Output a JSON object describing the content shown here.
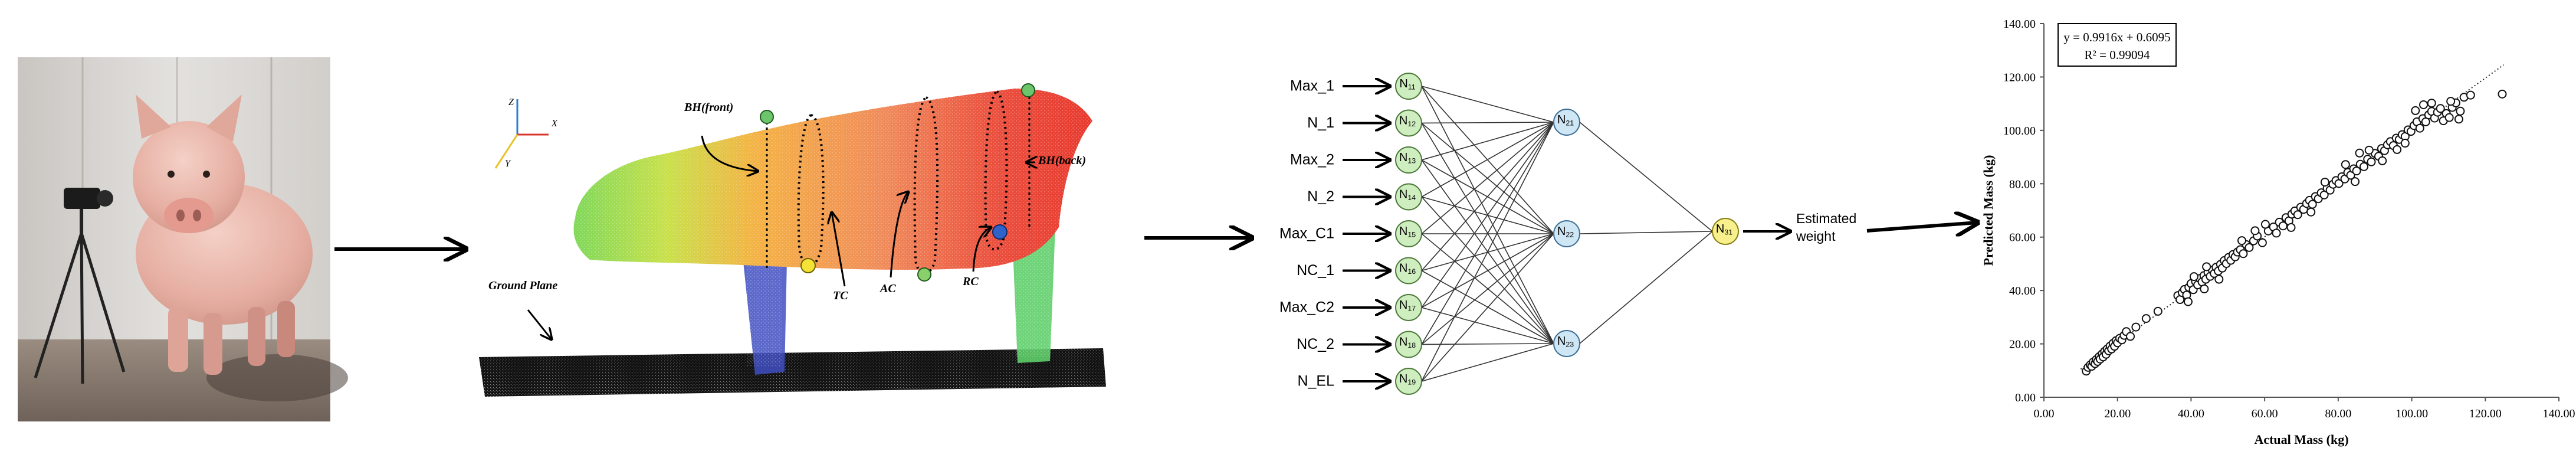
{
  "point_cloud": {
    "axis_labels": {
      "z": "Z",
      "x": "X",
      "y": "Y"
    },
    "bh_front": "BH(front)",
    "bh_back": "BH(back)",
    "tc": "TC",
    "ac": "AC",
    "rc": "RC",
    "ground_plane": "Ground Plane"
  },
  "network": {
    "inputs": [
      "Max_1",
      "N_1",
      "Max_2",
      "N_2",
      "Max_C1",
      "NC_1",
      "Max_C2",
      "NC_2",
      "N_EL"
    ],
    "layer1": [
      {
        "base": "N",
        "sub": "11"
      },
      {
        "base": "N",
        "sub": "12"
      },
      {
        "base": "N",
        "sub": "13"
      },
      {
        "base": "N",
        "sub": "14"
      },
      {
        "base": "N",
        "sub": "15"
      },
      {
        "base": "N",
        "sub": "16"
      },
      {
        "base": "N",
        "sub": "17"
      },
      {
        "base": "N",
        "sub": "18"
      },
      {
        "base": "N",
        "sub": "19"
      }
    ],
    "layer2": [
      {
        "base": "N",
        "sub": "21"
      },
      {
        "base": "N",
        "sub": "22"
      },
      {
        "base": "N",
        "sub": "23"
      }
    ],
    "output": {
      "base": "N",
      "sub": "31"
    },
    "output_label_line1": "Estimated",
    "output_label_line2": "weight",
    "colors": {
      "layer1": "#cfeec0",
      "layer2": "#cfe6f5",
      "output": "#f7f08c"
    }
  },
  "chart_data": {
    "type": "scatter",
    "xlabel": "Actual Mass (kg)",
    "ylabel": "Predicted Mass (kg)",
    "xlim": [
      0,
      140
    ],
    "ylim": [
      0,
      140
    ],
    "x_ticks": [
      "0.00",
      "20.00",
      "40.00",
      "60.00",
      "80.00",
      "100.00",
      "120.00",
      "140.00"
    ],
    "y_ticks": [
      "0.00",
      "20.00",
      "40.00",
      "60.00",
      "80.00",
      "100.00",
      "120.00",
      "140.00"
    ],
    "equation": "y = 0.9916x + 0.6095",
    "r2": "R² = 0.99094",
    "trendline": {
      "slope": 0.9916,
      "intercept": 0.6095
    },
    "points": [
      [
        11.5,
        9.8
      ],
      [
        12,
        11.2
      ],
      [
        12.6,
        12.1
      ],
      [
        13,
        11.6
      ],
      [
        13.4,
        13.2
      ],
      [
        13.9,
        12.6
      ],
      [
        14.2,
        14.1
      ],
      [
        14.6,
        13.4
      ],
      [
        15,
        15.2
      ],
      [
        15.3,
        14.3
      ],
      [
        15.8,
        16.2
      ],
      [
        16.1,
        15.1
      ],
      [
        16.5,
        17.2
      ],
      [
        16.9,
        16.1
      ],
      [
        17.2,
        18.1
      ],
      [
        17.6,
        17.4
      ],
      [
        18,
        19.2
      ],
      [
        18.4,
        18.1
      ],
      [
        18.8,
        20.2
      ],
      [
        19.2,
        19.1
      ],
      [
        19.6,
        21.2
      ],
      [
        20,
        20.4
      ],
      [
        20.6,
        22.1
      ],
      [
        21.2,
        21.5
      ],
      [
        21.8,
        23.2
      ],
      [
        22.4,
        24.6
      ],
      [
        23.5,
        22.8
      ],
      [
        25,
        26.3
      ],
      [
        27.8,
        29.5
      ],
      [
        31,
        32.2
      ],
      [
        36.4,
        38.1
      ],
      [
        37,
        36.6
      ],
      [
        37.6,
        39.2
      ],
      [
        38.2,
        40.4
      ],
      [
        38.8,
        38.3
      ],
      [
        39.4,
        41.2
      ],
      [
        40,
        42.6
      ],
      [
        40.6,
        40.3
      ],
      [
        41.2,
        43.4
      ],
      [
        41.8,
        42.1
      ],
      [
        42.4,
        44.5
      ],
      [
        43,
        43.2
      ],
      [
        43.5,
        45.6
      ],
      [
        44,
        44.2
      ],
      [
        44.6,
        46.8
      ],
      [
        45.2,
        45.3
      ],
      [
        45.8,
        47.6
      ],
      [
        46.3,
        46.4
      ],
      [
        46.8,
        48.7
      ],
      [
        47.4,
        47.3
      ],
      [
        48,
        49.8
      ],
      [
        48.5,
        48.4
      ],
      [
        49,
        51.2
      ],
      [
        49.6,
        50.1
      ],
      [
        50.2,
        52.4
      ],
      [
        50.8,
        51.3
      ],
      [
        51.4,
        53.5
      ],
      [
        52,
        52.6
      ],
      [
        52.6,
        54.4
      ],
      [
        53.4,
        55.3
      ],
      [
        54.2,
        53.8
      ],
      [
        55,
        57.2
      ],
      [
        55.8,
        56.1
      ],
      [
        57,
        58.6
      ],
      [
        58,
        60.4
      ],
      [
        59.4,
        57.9
      ],
      [
        61,
        62.3
      ],
      [
        62.4,
        63.8
      ],
      [
        63.2,
        61.5
      ],
      [
        64,
        65.6
      ],
      [
        65,
        64.2
      ],
      [
        65.8,
        67.3
      ],
      [
        66.6,
        66.1
      ],
      [
        67.4,
        68.6
      ],
      [
        68.2,
        69.8
      ],
      [
        69,
        68.4
      ],
      [
        69.8,
        71.2
      ],
      [
        70.6,
        70.4
      ],
      [
        71.4,
        72.6
      ],
      [
        72.2,
        73.8
      ],
      [
        73,
        72.3
      ],
      [
        73.8,
        75.2
      ],
      [
        74.6,
        74.4
      ],
      [
        75.4,
        76.6
      ],
      [
        76.2,
        75.8
      ],
      [
        77,
        78.3
      ],
      [
        77.8,
        77.6
      ],
      [
        78.6,
        79.8
      ],
      [
        79.4,
        81.2
      ],
      [
        80.2,
        80.1
      ],
      [
        81,
        82.6
      ],
      [
        81.8,
        81.8
      ],
      [
        82.6,
        84.2
      ],
      [
        83.4,
        83.2
      ],
      [
        84.2,
        85.6
      ],
      [
        85,
        84.8
      ],
      [
        86,
        87.3
      ],
      [
        87,
        86.4
      ],
      [
        88,
        89.2
      ],
      [
        89,
        88.2
      ],
      [
        90,
        91.4
      ],
      [
        91,
        90.3
      ],
      [
        91.8,
        93.2
      ],
      [
        92.6,
        92.4
      ],
      [
        93.4,
        94.6
      ],
      [
        94.2,
        95.8
      ],
      [
        95,
        94.3
      ],
      [
        95.8,
        97.1
      ],
      [
        96.6,
        96.6
      ],
      [
        97.4,
        98.4
      ],
      [
        98.2,
        97.7
      ],
      [
        99,
        100.2
      ],
      [
        99.8,
        99.6
      ],
      [
        100.6,
        101.8
      ],
      [
        101.4,
        103.2
      ],
      [
        102.2,
        100.8
      ],
      [
        103,
        104.4
      ],
      [
        103.8,
        103.2
      ],
      [
        104.6,
        105.8
      ],
      [
        105.4,
        107.1
      ],
      [
        106.2,
        104.6
      ],
      [
        107,
        106.8
      ],
      [
        107.8,
        108.2
      ],
      [
        108.6,
        103.6
      ],
      [
        109.4,
        106.3
      ],
      [
        110.2,
        104.8
      ],
      [
        111,
        108.6
      ],
      [
        112,
        110.3
      ],
      [
        113.2,
        107.2
      ],
      [
        114.2,
        112.4
      ],
      [
        101,
        107.4
      ],
      [
        103.2,
        109.6
      ],
      [
        105.4,
        110.2
      ],
      [
        98.2,
        95.2
      ],
      [
        96,
        92.8
      ],
      [
        92,
        88.6
      ],
      [
        88.4,
        92.6
      ],
      [
        84.6,
        80.8
      ],
      [
        82,
        87.2
      ],
      [
        76.4,
        80.6
      ],
      [
        72.6,
        69.4
      ],
      [
        67.2,
        63.6
      ],
      [
        60.2,
        64.8
      ],
      [
        57.4,
        62.4
      ],
      [
        53.8,
        58.7
      ],
      [
        47.6,
        44.2
      ],
      [
        44.2,
        48.9
      ],
      [
        40.8,
        45.2
      ],
      [
        39.2,
        35.8
      ],
      [
        43.6,
        40.6
      ],
      [
        110.6,
        110.9
      ],
      [
        112.8,
        104.2
      ],
      [
        124.6,
        113.6
      ],
      [
        116,
        113.2
      ],
      [
        85.8,
        91.5
      ]
    ]
  }
}
